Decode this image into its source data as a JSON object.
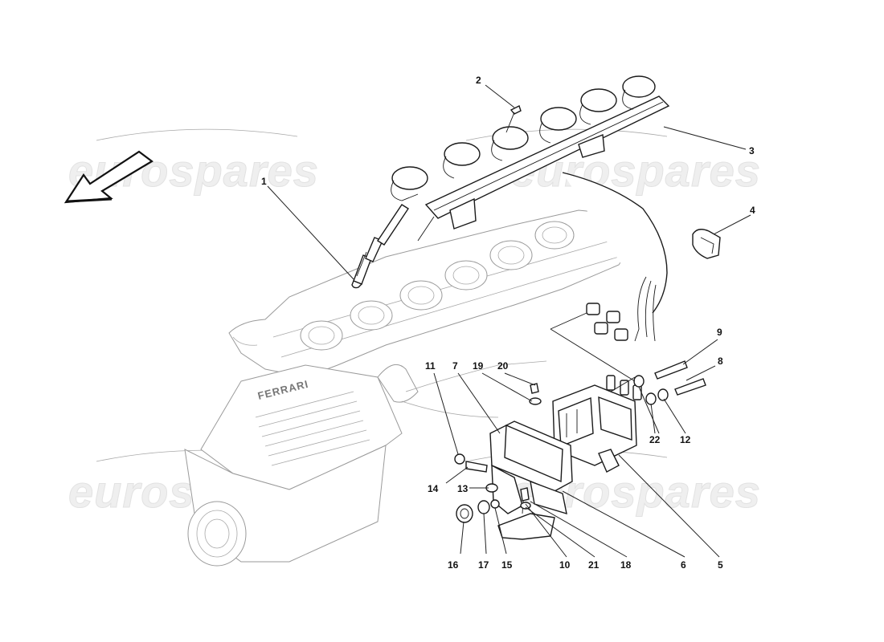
{
  "watermark": {
    "text": "eurospares"
  },
  "engine_logo": "FERRARI",
  "callouts": [
    {
      "id": "c1",
      "label": "1"
    },
    {
      "id": "c2",
      "label": "2"
    },
    {
      "id": "c3",
      "label": "3"
    },
    {
      "id": "c4",
      "label": "4"
    },
    {
      "id": "c5",
      "label": "5"
    },
    {
      "id": "c6",
      "label": "6"
    },
    {
      "id": "c7",
      "label": "7"
    },
    {
      "id": "c8",
      "label": "8"
    },
    {
      "id": "c9",
      "label": "9"
    },
    {
      "id": "c10",
      "label": "10"
    },
    {
      "id": "c11",
      "label": "11"
    },
    {
      "id": "c12",
      "label": "12"
    },
    {
      "id": "c13",
      "label": "13"
    },
    {
      "id": "c14",
      "label": "14"
    },
    {
      "id": "c15",
      "label": "15"
    },
    {
      "id": "c16",
      "label": "16"
    },
    {
      "id": "c17",
      "label": "17"
    },
    {
      "id": "c18",
      "label": "18"
    },
    {
      "id": "c19",
      "label": "19"
    },
    {
      "id": "c20",
      "label": "20"
    },
    {
      "id": "c21",
      "label": "21"
    },
    {
      "id": "c22",
      "label": "22"
    }
  ]
}
